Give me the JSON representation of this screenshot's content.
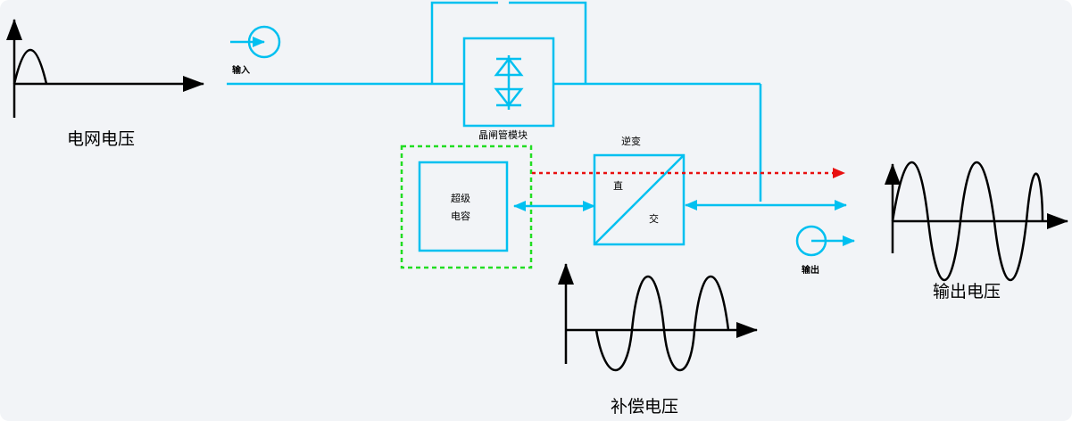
{
  "labels": {
    "grid_voltage": "电网电压",
    "input": "输入",
    "thyristor_module": "晶闸管模块",
    "inverter": "逆变",
    "supercap_line1": "超级",
    "supercap_line2": "电容",
    "dc": "直",
    "ac": "交",
    "output": "输出",
    "output_voltage": "输出电压",
    "compensation_voltage": "补偿电压"
  },
  "colors": {
    "wire": "#00c0f0",
    "axis": "#000000",
    "bypass_arrow": "#e81010",
    "supercap_frame": "#22dd22",
    "background": "#f2f4f7"
  },
  "icons": [
    "input-flow-icon",
    "output-flow-icon",
    "thyristor-icon"
  ]
}
